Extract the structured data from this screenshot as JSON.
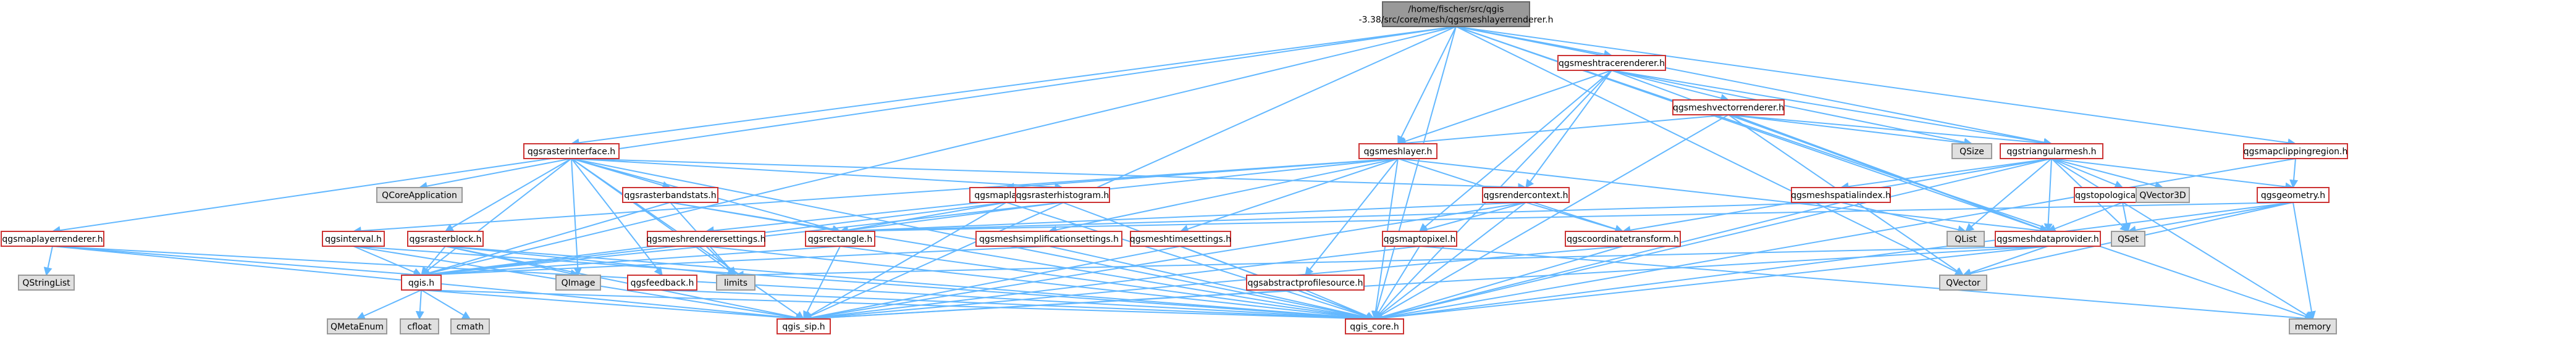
{
  "diagram": {
    "colors": {
      "root_fill": "#999999",
      "root_stroke": "#666666",
      "local_fill": "#ffffff",
      "local_stroke": "#cc3333",
      "system_fill": "#e0e0e0",
      "system_stroke": "#999999",
      "edge": "#63b8ff",
      "text": "#000000"
    },
    "nodes": [
      {
        "id": "root",
        "kind": "root",
        "lines": [
          "/home/fischer/src/qgis",
          "-3.38/src/core/mesh/qgsmeshlayerrenderer.h"
        ]
      },
      {
        "id": "qgsmeshtracerenderer",
        "kind": "local",
        "lines": [
          "qgsmeshtracerenderer.h"
        ]
      },
      {
        "id": "qgsmeshvectorrenderer",
        "kind": "local",
        "lines": [
          "qgsmeshvectorrenderer.h"
        ]
      },
      {
        "id": "qgsrasterinterface",
        "kind": "local",
        "lines": [
          "qgsrasterinterface.h"
        ]
      },
      {
        "id": "qgsmeshlayer",
        "kind": "local",
        "lines": [
          "qgsmeshlayer.h"
        ]
      },
      {
        "id": "qgstriangularmesh",
        "kind": "local",
        "lines": [
          "qgstriangularmesh.h"
        ]
      },
      {
        "id": "qgsmapclippingregion",
        "kind": "local",
        "lines": [
          "qgsmapclippingregion.h"
        ]
      },
      {
        "id": "qsize",
        "kind": "system",
        "lines": [
          "QSize"
        ]
      },
      {
        "id": "qcoreapplication",
        "kind": "system",
        "lines": [
          "QCoreApplication"
        ]
      },
      {
        "id": "qgsrasterbandstats",
        "kind": "local",
        "lines": [
          "qgsrasterbandstats.h"
        ]
      },
      {
        "id": "qgsmaplayer",
        "kind": "local",
        "lines": [
          "qgsmaplayer.h"
        ]
      },
      {
        "id": "qgsrasterhistogram",
        "kind": "local",
        "lines": [
          "qgsrasterhistogram.h"
        ]
      },
      {
        "id": "qgsrendercontext",
        "kind": "local",
        "lines": [
          "qgsrendercontext.h"
        ]
      },
      {
        "id": "qgsmeshspatialindex",
        "kind": "local",
        "lines": [
          "qgsmeshspatialindex.h"
        ]
      },
      {
        "id": "qgstopologicalmesh",
        "kind": "local",
        "lines": [
          "qgstopologicalmesh.h"
        ]
      },
      {
        "id": "qvector3d",
        "kind": "system",
        "lines": [
          "QVector3D"
        ]
      },
      {
        "id": "qgsgeometry",
        "kind": "local",
        "lines": [
          "qgsgeometry.h"
        ]
      },
      {
        "id": "qgsmeshlayerrenderer_dep",
        "kind": "local",
        "lines": [
          "qgsmaplayerrenderer.h"
        ]
      },
      {
        "id": "qgsinterval",
        "kind": "local",
        "lines": [
          "qgsinterval.h"
        ]
      },
      {
        "id": "qgsrasterblock",
        "kind": "local",
        "lines": [
          "qgsrasterblock.h"
        ]
      },
      {
        "id": "qgsmeshrenderersettings",
        "kind": "local",
        "lines": [
          "qgsmeshrenderersettings.h"
        ]
      },
      {
        "id": "qgsrectangle",
        "kind": "local",
        "lines": [
          "qgsrectangle.h"
        ]
      },
      {
        "id": "qgsmeshsimplificationsettings",
        "kind": "local",
        "lines": [
          "qgsmeshsimplificationsettings.h"
        ]
      },
      {
        "id": "qgsmeshtimesettings",
        "kind": "local",
        "lines": [
          "qgsmeshtimesettings.h"
        ]
      },
      {
        "id": "qgsmaptopixel",
        "kind": "local",
        "lines": [
          "qgsmaptopixel.h"
        ]
      },
      {
        "id": "qgscoordinatetransform",
        "kind": "local",
        "lines": [
          "qgscoordinatetransform.h"
        ]
      },
      {
        "id": "qlist",
        "kind": "system",
        "lines": [
          "QList"
        ]
      },
      {
        "id": "qgsmeshdataprovider",
        "kind": "local",
        "lines": [
          "qgsmeshdataprovider.h"
        ]
      },
      {
        "id": "qset",
        "kind": "system",
        "lines": [
          "QSet"
        ]
      },
      {
        "id": "qstringlist",
        "kind": "system",
        "lines": [
          "QStringList"
        ]
      },
      {
        "id": "qgis",
        "kind": "local",
        "lines": [
          "qgis.h"
        ]
      },
      {
        "id": "qimage",
        "kind": "system",
        "lines": [
          "QImage"
        ]
      },
      {
        "id": "qgsfeedback",
        "kind": "local",
        "lines": [
          "qgsfeedback.h"
        ]
      },
      {
        "id": "limits",
        "kind": "system",
        "lines": [
          "limits"
        ]
      },
      {
        "id": "qgsabstractprofilesource",
        "kind": "local",
        "lines": [
          "qgsabstractprofilesource.h"
        ]
      },
      {
        "id": "qvector",
        "kind": "system",
        "lines": [
          "QVector"
        ]
      },
      {
        "id": "memory",
        "kind": "system",
        "lines": [
          "memory"
        ]
      },
      {
        "id": "qmetaenum",
        "kind": "system",
        "lines": [
          "QMetaEnum"
        ]
      },
      {
        "id": "cfloat",
        "kind": "system",
        "lines": [
          "cfloat"
        ]
      },
      {
        "id": "cmath",
        "kind": "system",
        "lines": [
          "cmath"
        ]
      },
      {
        "id": "qgis_sip",
        "kind": "local",
        "lines": [
          "qgis_sip.h"
        ]
      },
      {
        "id": "qgis_core",
        "kind": "local",
        "lines": [
          "qgis_core.h"
        ]
      }
    ],
    "edges": [
      [
        "root",
        "qgsmeshtracerenderer"
      ],
      [
        "root",
        "qgsrasterinterface"
      ],
      [
        "root",
        "qgsmeshlayer"
      ],
      [
        "root",
        "qgstriangularmesh"
      ],
      [
        "root",
        "qgsmapclippingregion"
      ],
      [
        "root",
        "qgsmeshlayerrenderer_dep"
      ],
      [
        "root",
        "qgis"
      ],
      [
        "root",
        "qgis_core"
      ],
      [
        "root",
        "qgis_sip"
      ],
      [
        "root",
        "memory"
      ],
      [
        "root",
        "qgsmeshdataprovider"
      ],
      [
        "root",
        "qvector"
      ],
      [
        "qgsmeshtracerenderer",
        "qgsmeshvectorrenderer"
      ],
      [
        "qgsmeshtracerenderer",
        "qgsmeshlayer"
      ],
      [
        "qgsmeshtracerenderer",
        "qgstriangularmesh"
      ],
      [
        "qgsmeshtracerenderer",
        "qsize"
      ],
      [
        "qgsmeshtracerenderer",
        "qgsrendercontext"
      ],
      [
        "qgsmeshtracerenderer",
        "qgis_core"
      ],
      [
        "qgsmeshtracerenderer",
        "qgsmaptopixel"
      ],
      [
        "qgsmeshtracerenderer",
        "qgsmeshdataprovider"
      ],
      [
        "qgsmeshvectorrenderer",
        "qgsmeshlayer"
      ],
      [
        "qgsmeshvectorrenderer",
        "qgstriangularmesh"
      ],
      [
        "qgsmeshvectorrenderer",
        "qsize"
      ],
      [
        "qgsmeshvectorrenderer",
        "qgis_core"
      ],
      [
        "qgsmeshvectorrenderer",
        "qvector"
      ],
      [
        "qgsmeshvectorrenderer",
        "qgsmeshdataprovider"
      ],
      [
        "qgsrasterinterface",
        "qcoreapplication"
      ],
      [
        "qgsrasterinterface",
        "qgsrasterbandstats"
      ],
      [
        "qgsrasterinterface",
        "qgsrasterhistogram"
      ],
      [
        "qgsrasterinterface",
        "qgsrasterblock"
      ],
      [
        "qgsrasterinterface",
        "qgsrectangle"
      ],
      [
        "qgsrasterinterface",
        "qgis"
      ],
      [
        "qgsrasterinterface",
        "qgis_core"
      ],
      [
        "qgsrasterinterface",
        "qgis_sip"
      ],
      [
        "qgsrasterinterface",
        "qimage"
      ],
      [
        "qgsrasterinterface",
        "qgsfeedback"
      ],
      [
        "qgsrasterinterface",
        "limits"
      ],
      [
        "qgsrasterinterface",
        "qgsrendercontext"
      ],
      [
        "qgsmeshlayer",
        "qgsmaplayer"
      ],
      [
        "qgsmeshlayer",
        "qgsmeshrenderersettings"
      ],
      [
        "qgsmeshlayer",
        "qgsmeshsimplificationsettings"
      ],
      [
        "qgsmeshlayer",
        "qgsmeshtimesettings"
      ],
      [
        "qgsmeshlayer",
        "qgsabstractprofilesource"
      ],
      [
        "qgsmeshlayer",
        "qgsmeshdataprovider"
      ],
      [
        "qgsmeshlayer",
        "qgis_core"
      ],
      [
        "qgsmeshlayer",
        "qgsinterval"
      ],
      [
        "qgsmeshlayer",
        "qgscoordinatetransform"
      ],
      [
        "qgstriangularmesh",
        "qvector3d"
      ],
      [
        "qgstriangularmesh",
        "qgsmeshspatialindex"
      ],
      [
        "qgstriangularmesh",
        "qgstopologicalmesh"
      ],
      [
        "qgstriangularmesh",
        "qgsgeometry"
      ],
      [
        "qgstriangularmesh",
        "qgsmeshdataprovider"
      ],
      [
        "qgstriangularmesh",
        "qgscoordinatetransform"
      ],
      [
        "qgstriangularmesh",
        "qlist"
      ],
      [
        "qgstriangularmesh",
        "qgis_core"
      ],
      [
        "qgstriangularmesh",
        "memory"
      ],
      [
        "qgstriangularmesh",
        "qset"
      ],
      [
        "qgsmapclippingregion",
        "qgsgeometry"
      ],
      [
        "qgsmapclippingregion",
        "qgis_core"
      ],
      [
        "qgsrasterbandstats",
        "qgsrectangle"
      ],
      [
        "qgsrasterbandstats",
        "qgis"
      ],
      [
        "qgsrasterbandstats",
        "qgis_core"
      ],
      [
        "qgsrasterbandstats",
        "limits"
      ],
      [
        "qgsmaplayer",
        "qgsrectangle"
      ],
      [
        "qgsmaplayer",
        "qgis_sip"
      ],
      [
        "qgsmaplayer",
        "qgis"
      ],
      [
        "qgsmaplayer",
        "qgis_core"
      ],
      [
        "qgsrasterhistogram",
        "qgsrectangle"
      ],
      [
        "qgsrasterhistogram",
        "qgis_core"
      ],
      [
        "qgsrasterhistogram",
        "qgis"
      ],
      [
        "qgsrendercontext",
        "qgsrectangle"
      ],
      [
        "qgsrendercontext",
        "qgsmaptopixel"
      ],
      [
        "qgsrendercontext",
        "qgscoordinatetransform"
      ],
      [
        "qgsrendercontext",
        "qgis_core"
      ],
      [
        "qgsrendercontext",
        "qgis_sip"
      ],
      [
        "qgsmeshspatialindex",
        "qgsrectangle"
      ],
      [
        "qgsmeshspatialindex",
        "qlist"
      ],
      [
        "qgsmeshspatialindex",
        "qgis_core"
      ],
      [
        "qgstopologicalmesh",
        "qgsmeshdataprovider"
      ],
      [
        "qgstopologicalmesh",
        "qset"
      ],
      [
        "qgsgeometry",
        "qset"
      ],
      [
        "qgsgeometry",
        "qgis_core"
      ],
      [
        "qgsgeometry",
        "memory"
      ],
      [
        "qgsgeometry",
        "qvector"
      ],
      [
        "qgsgeometry",
        "qgsrectangle"
      ],
      [
        "qgsmeshlayerrenderer_dep",
        "qstringlist"
      ],
      [
        "qgsmeshlayerrenderer_dep",
        "qgis"
      ],
      [
        "qgsmeshlayerrenderer_dep",
        "qgis_core"
      ],
      [
        "qgsmeshlayerrenderer_dep",
        "qgis_sip"
      ],
      [
        "qgsinterval",
        "qgis"
      ],
      [
        "qgsinterval",
        "qgis_sip"
      ],
      [
        "qgsinterval",
        "qgis_core"
      ],
      [
        "qgsrasterblock",
        "qgis"
      ],
      [
        "qgsrasterblock",
        "qimage"
      ],
      [
        "qgsrasterblock",
        "qgis_core"
      ],
      [
        "qgsrasterblock",
        "limits"
      ],
      [
        "qgsrasterblock",
        "qgis_sip"
      ],
      [
        "qgsmeshrenderersettings",
        "qgis"
      ],
      [
        "qgsmeshrenderersettings",
        "limits"
      ],
      [
        "qgsmeshrenderersettings",
        "qgis_core"
      ],
      [
        "qgsrectangle",
        "qgis"
      ],
      [
        "qgsrectangle",
        "qgis_sip"
      ],
      [
        "qgsrectangle",
        "qgis_core"
      ],
      [
        "qgsmeshsimplificationsettings",
        "qgis_core"
      ],
      [
        "qgsmeshsimplificationsettings",
        "qgis"
      ],
      [
        "qgsmeshtimesettings",
        "qgis_core"
      ],
      [
        "qgsmeshtimesettings",
        "qgis_sip"
      ],
      [
        "qgsmaptopixel",
        "qgis_core"
      ],
      [
        "qgsmaptopixel",
        "qgis_sip"
      ],
      [
        "qgsmaptopixel",
        "memory"
      ],
      [
        "qgscoordinatetransform",
        "qgis_core"
      ],
      [
        "qgscoordinatetransform",
        "qgis_sip"
      ],
      [
        "qgsmeshdataprovider",
        "qvector"
      ],
      [
        "qgsmeshdataprovider",
        "qgis_core"
      ],
      [
        "qgsmeshdataprovider",
        "qgis_sip"
      ],
      [
        "qgsmeshdataprovider",
        "limits"
      ],
      [
        "qgis",
        "qmetaenum"
      ],
      [
        "qgis",
        "cfloat"
      ],
      [
        "qgis",
        "cmath"
      ],
      [
        "qgis",
        "qgis_sip"
      ],
      [
        "qgis",
        "qgis_core"
      ],
      [
        "qgsfeedback",
        "qgis_core"
      ],
      [
        "qgsabstractprofilesource",
        "qgis_core"
      ],
      [
        "qgsabstractprofilesource",
        "qgis_sip"
      ]
    ]
  }
}
